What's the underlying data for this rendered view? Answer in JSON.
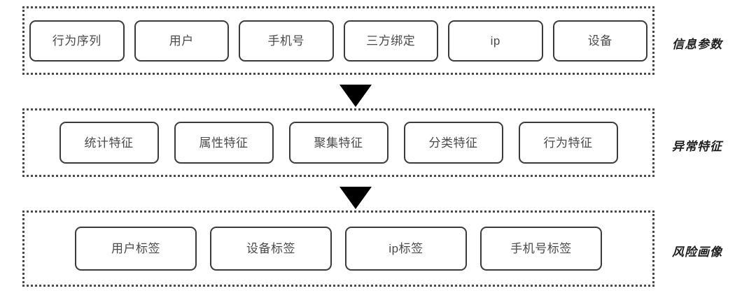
{
  "diagram": {
    "type": "layered-flow",
    "orientation": "top-to-bottom",
    "accent_color": "#3b3b3b",
    "border_color": "#4a4a4a",
    "text_color": "#4a4a4a",
    "label_color": "#1f1f1f",
    "tiers": [
      {
        "label": "信息参数",
        "nodes": [
          {
            "label": "行为序列"
          },
          {
            "label": "用户"
          },
          {
            "label": "手机号"
          },
          {
            "label": "三方绑定"
          },
          {
            "label": "ip"
          },
          {
            "label": "设备"
          }
        ]
      },
      {
        "label": "异常特征",
        "nodes": [
          {
            "label": "统计特征"
          },
          {
            "label": "属性特征"
          },
          {
            "label": "聚集特征"
          },
          {
            "label": "分类特征"
          },
          {
            "label": "行为特征"
          }
        ]
      },
      {
        "label": "风险画像",
        "nodes": [
          {
            "label": "用户标签"
          },
          {
            "label": "设备标签"
          },
          {
            "label": "ip标签"
          },
          {
            "label": "手机号标签"
          }
        ]
      }
    ],
    "connectors": [
      {
        "icon": "triangle-down-icon",
        "from": "信息参数",
        "to": "异常特征"
      },
      {
        "icon": "triangle-down-icon",
        "from": "异常特征",
        "to": "风险画像"
      }
    ]
  }
}
